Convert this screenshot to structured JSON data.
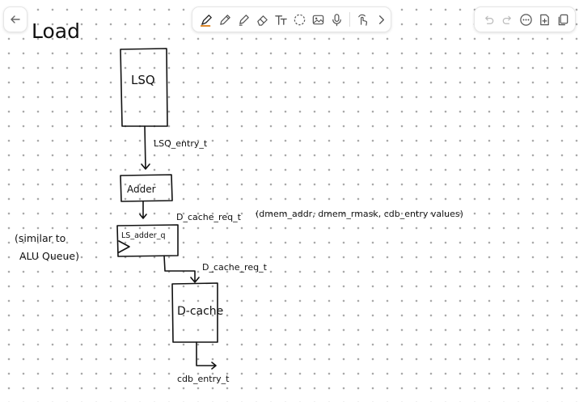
{
  "toolbar": {
    "tools": [
      "pen-icon",
      "pencil-icon",
      "highlighter-icon",
      "eraser-icon",
      "text-icon",
      "lasso-icon",
      "image-icon",
      "microphone-icon",
      "touch-draw-icon",
      "chevron-right-icon"
    ],
    "right_actions": [
      "undo-icon",
      "redo-icon",
      "more-icon",
      "new-page-icon",
      "pages-icon"
    ],
    "accent_color": "#e08a2c"
  },
  "note": {
    "title": "Load",
    "blocks": {
      "lsq": "LSQ",
      "adder": "Adder",
      "ls_adder_q": "LS_adder_q",
      "dcache": "D-cache"
    },
    "signals": {
      "lsq_entry": "LSQ_entry_t",
      "dcache_req_1": "D_cache_req_t",
      "dcache_req_fields": "(dmem_addr, dmem_rmask, cdb_entry values)",
      "dcache_req_2": "D_cache_req_t",
      "cdb_entry": "cdb_entry_t"
    },
    "side_note_line1": "(similar to",
    "side_note_line2": "ALU Queue)"
  }
}
